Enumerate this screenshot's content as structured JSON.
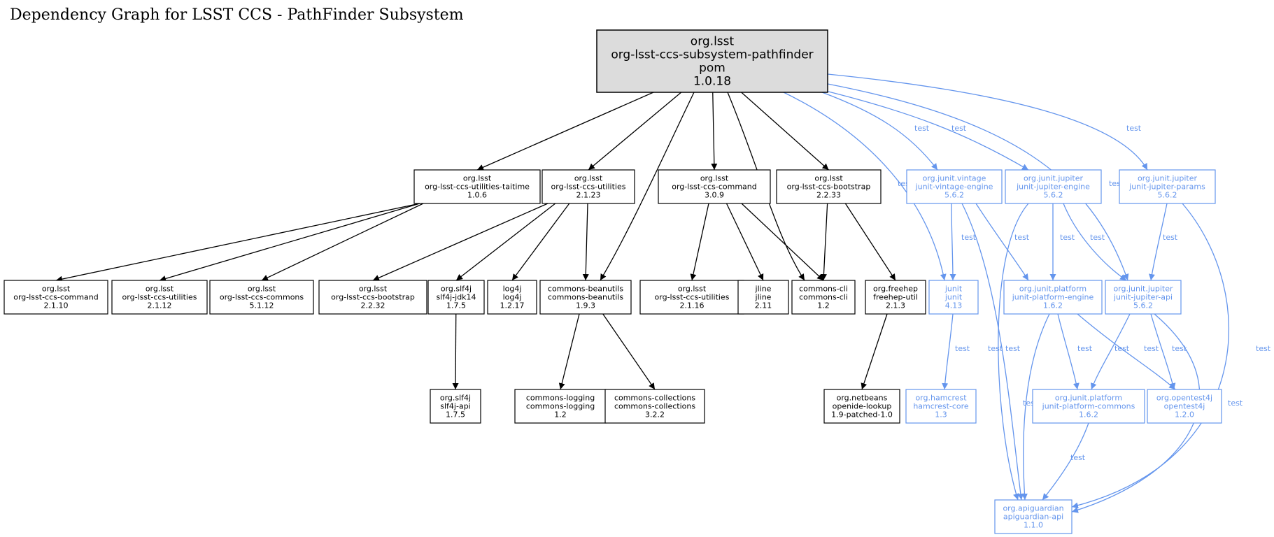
{
  "title": "Dependency Graph for LSST CCS - PathFinder Subsystem",
  "colors": {
    "compile": "#000000",
    "test": "#6495ed",
    "root_fill": "#dcdcdc",
    "background": "#ffffff"
  },
  "nodes": [
    {
      "id": "root",
      "scope": "root",
      "lines": [
        "org.lsst",
        "org-lsst-ccs-subsystem-pathfinder",
        "pom",
        "1.0.18"
      ]
    },
    {
      "id": "taitime",
      "scope": "compile",
      "lines": [
        "org.lsst",
        "org-lsst-ccs-utilities-taitime",
        "1.0.6"
      ]
    },
    {
      "id": "utilities_2123",
      "scope": "compile",
      "lines": [
        "org.lsst",
        "org-lsst-ccs-utilities",
        "2.1.23"
      ]
    },
    {
      "id": "command_309",
      "scope": "compile",
      "lines": [
        "org.lsst",
        "org-lsst-ccs-command",
        "3.0.9"
      ]
    },
    {
      "id": "bootstrap_2233",
      "scope": "compile",
      "lines": [
        "org.lsst",
        "org-lsst-ccs-bootstrap",
        "2.2.33"
      ]
    },
    {
      "id": "vintage_engine",
      "scope": "test",
      "lines": [
        "org.junit.vintage",
        "junit-vintage-engine",
        "5.6.2"
      ]
    },
    {
      "id": "jupiter_engine",
      "scope": "test",
      "lines": [
        "org.junit.jupiter",
        "junit-jupiter-engine",
        "5.6.2"
      ]
    },
    {
      "id": "jupiter_params",
      "scope": "test",
      "lines": [
        "org.junit.jupiter",
        "junit-jupiter-params",
        "5.6.2"
      ]
    },
    {
      "id": "command_2110",
      "scope": "compile",
      "lines": [
        "org.lsst",
        "org-lsst-ccs-command",
        "2.1.10"
      ]
    },
    {
      "id": "utilities_2112",
      "scope": "compile",
      "lines": [
        "org.lsst",
        "org-lsst-ccs-utilities",
        "2.1.12"
      ]
    },
    {
      "id": "commons_5112",
      "scope": "compile",
      "lines": [
        "org.lsst",
        "org-lsst-ccs-commons",
        "5.1.12"
      ]
    },
    {
      "id": "bootstrap_2232",
      "scope": "compile",
      "lines": [
        "org.lsst",
        "org-lsst-ccs-bootstrap",
        "2.2.32"
      ]
    },
    {
      "id": "slf4j_jdk14",
      "scope": "compile",
      "lines": [
        "org.slf4j",
        "slf4j-jdk14",
        "1.7.5"
      ]
    },
    {
      "id": "log4j",
      "scope": "compile",
      "lines": [
        "log4j",
        "log4j",
        "1.2.17"
      ]
    },
    {
      "id": "beanutils",
      "scope": "compile",
      "lines": [
        "commons-beanutils",
        "commons-beanutils",
        "1.9.3"
      ]
    },
    {
      "id": "utilities_2116",
      "scope": "compile",
      "lines": [
        "org.lsst",
        "org-lsst-ccs-utilities",
        "2.1.16"
      ]
    },
    {
      "id": "jline",
      "scope": "compile",
      "lines": [
        "jline",
        "jline",
        "2.11"
      ]
    },
    {
      "id": "commons_cli",
      "scope": "compile",
      "lines": [
        "commons-cli",
        "commons-cli",
        "1.2"
      ]
    },
    {
      "id": "freehep_util",
      "scope": "compile",
      "lines": [
        "org.freehep",
        "freehep-util",
        "2.1.3"
      ]
    },
    {
      "id": "junit",
      "scope": "test",
      "lines": [
        "junit",
        "junit",
        "4.13"
      ]
    },
    {
      "id": "platform_engine",
      "scope": "test",
      "lines": [
        "org.junit.platform",
        "junit-platform-engine",
        "1.6.2"
      ]
    },
    {
      "id": "jupiter_api",
      "scope": "test",
      "lines": [
        "org.junit.jupiter",
        "junit-jupiter-api",
        "5.6.2"
      ]
    },
    {
      "id": "slf4j_api",
      "scope": "compile",
      "lines": [
        "org.slf4j",
        "slf4j-api",
        "1.7.5"
      ]
    },
    {
      "id": "commons_logging",
      "scope": "compile",
      "lines": [
        "commons-logging",
        "commons-logging",
        "1.2"
      ]
    },
    {
      "id": "commons_collections",
      "scope": "compile",
      "lines": [
        "commons-collections",
        "commons-collections",
        "3.2.2"
      ]
    },
    {
      "id": "openide_lookup",
      "scope": "compile",
      "lines": [
        "org.netbeans",
        "openide-lookup",
        "1.9-patched-1.0"
      ]
    },
    {
      "id": "hamcrest",
      "scope": "test",
      "lines": [
        "org.hamcrest",
        "hamcrest-core",
        "1.3"
      ]
    },
    {
      "id": "platform_commons",
      "scope": "test",
      "lines": [
        "org.junit.platform",
        "junit-platform-commons",
        "1.6.2"
      ]
    },
    {
      "id": "opentest4j",
      "scope": "test",
      "lines": [
        "org.opentest4j",
        "opentest4j",
        "1.2.0"
      ]
    },
    {
      "id": "apiguardian",
      "scope": "test",
      "lines": [
        "org.apiguardian",
        "apiguardian-api",
        "1.1.0"
      ]
    }
  ],
  "edges": [
    {
      "from": "root",
      "to": "taitime",
      "scope": "compile",
      "label": ""
    },
    {
      "from": "root",
      "to": "utilities_2123",
      "scope": "compile",
      "label": ""
    },
    {
      "from": "root",
      "to": "beanutils",
      "scope": "compile",
      "label": ""
    },
    {
      "from": "root",
      "to": "command_309",
      "scope": "compile",
      "label": ""
    },
    {
      "from": "root",
      "to": "commons_cli",
      "scope": "compile",
      "label": ""
    },
    {
      "from": "root",
      "to": "bootstrap_2233",
      "scope": "compile",
      "label": ""
    },
    {
      "from": "root",
      "to": "junit",
      "scope": "test",
      "label": "test"
    },
    {
      "from": "root",
      "to": "vintage_engine",
      "scope": "test",
      "label": "test"
    },
    {
      "from": "root",
      "to": "jupiter_engine",
      "scope": "test",
      "label": "test"
    },
    {
      "from": "root",
      "to": "jupiter_api",
      "scope": "test",
      "label": "test"
    },
    {
      "from": "root",
      "to": "jupiter_params",
      "scope": "test",
      "label": "test"
    },
    {
      "from": "taitime",
      "to": "command_2110",
      "scope": "compile",
      "label": ""
    },
    {
      "from": "taitime",
      "to": "utilities_2112",
      "scope": "compile",
      "label": ""
    },
    {
      "from": "taitime",
      "to": "commons_5112",
      "scope": "compile",
      "label": ""
    },
    {
      "from": "utilities_2123",
      "to": "bootstrap_2232",
      "scope": "compile",
      "label": ""
    },
    {
      "from": "utilities_2123",
      "to": "slf4j_jdk14",
      "scope": "compile",
      "label": ""
    },
    {
      "from": "utilities_2123",
      "to": "log4j",
      "scope": "compile",
      "label": ""
    },
    {
      "from": "utilities_2123",
      "to": "beanutils",
      "scope": "compile",
      "label": ""
    },
    {
      "from": "command_309",
      "to": "utilities_2116",
      "scope": "compile",
      "label": ""
    },
    {
      "from": "command_309",
      "to": "jline",
      "scope": "compile",
      "label": ""
    },
    {
      "from": "command_309",
      "to": "commons_cli",
      "scope": "compile",
      "label": ""
    },
    {
      "from": "bootstrap_2233",
      "to": "commons_cli",
      "scope": "compile",
      "label": ""
    },
    {
      "from": "bootstrap_2233",
      "to": "freehep_util",
      "scope": "compile",
      "label": ""
    },
    {
      "from": "slf4j_jdk14",
      "to": "slf4j_api",
      "scope": "compile",
      "label": ""
    },
    {
      "from": "beanutils",
      "to": "commons_logging",
      "scope": "compile",
      "label": ""
    },
    {
      "from": "beanutils",
      "to": "commons_collections",
      "scope": "compile",
      "label": ""
    },
    {
      "from": "freehep_util",
      "to": "openide_lookup",
      "scope": "compile",
      "label": ""
    },
    {
      "from": "vintage_engine",
      "to": "junit",
      "scope": "test",
      "label": "test"
    },
    {
      "from": "vintage_engine",
      "to": "platform_engine",
      "scope": "test",
      "label": "test"
    },
    {
      "from": "vintage_engine",
      "to": "apiguardian",
      "scope": "test",
      "label": "test"
    },
    {
      "from": "jupiter_engine",
      "to": "platform_engine",
      "scope": "test",
      "label": "test"
    },
    {
      "from": "jupiter_engine",
      "to": "jupiter_api",
      "scope": "test",
      "label": "test"
    },
    {
      "from": "jupiter_engine",
      "to": "apiguardian",
      "scope": "test",
      "label": "test"
    },
    {
      "from": "jupiter_params",
      "to": "jupiter_api",
      "scope": "test",
      "label": "test"
    },
    {
      "from": "jupiter_params",
      "to": "apiguardian",
      "scope": "test",
      "label": "test"
    },
    {
      "from": "junit",
      "to": "hamcrest",
      "scope": "test",
      "label": "test"
    },
    {
      "from": "platform_engine",
      "to": "platform_commons",
      "scope": "test",
      "label": "test"
    },
    {
      "from": "platform_engine",
      "to": "opentest4j",
      "scope": "test",
      "label": "test"
    },
    {
      "from": "platform_engine",
      "to": "apiguardian",
      "scope": "test",
      "label": "test"
    },
    {
      "from": "jupiter_api",
      "to": "platform_commons",
      "scope": "test",
      "label": "test"
    },
    {
      "from": "jupiter_api",
      "to": "opentest4j",
      "scope": "test",
      "label": "test"
    },
    {
      "from": "jupiter_api",
      "to": "apiguardian",
      "scope": "test",
      "label": "test"
    },
    {
      "from": "platform_commons",
      "to": "apiguardian",
      "scope": "test",
      "label": "test"
    }
  ]
}
